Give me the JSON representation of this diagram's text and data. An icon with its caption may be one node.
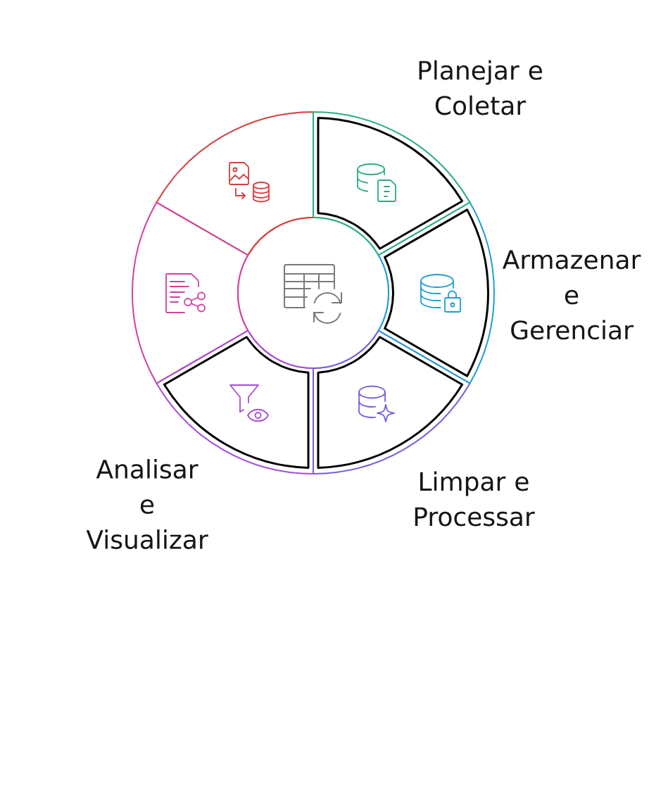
{
  "diagram": {
    "nodes": [
      {
        "text": [],
        "shape": "circle"
      },
      {
        "text": [
          "Planejar e Coletar"
        ]
      },
      {
        "text": [
          "Armazenar e Gerenciar"
        ]
      },
      {
        "text": [
          "Limpar e Processar"
        ]
      },
      {
        "text": [
          "Analisar e Visualizar"
        ]
      },
      {
        "text": [],
        "shape": "sector"
      },
      {
        "text": [],
        "shape": "sector"
      }
    ]
  }
}
